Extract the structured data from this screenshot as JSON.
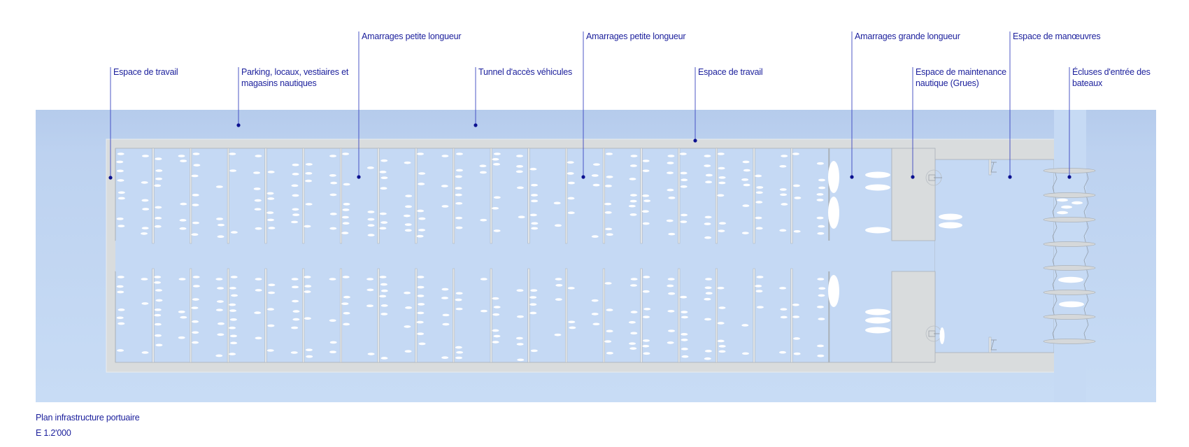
{
  "labels": [
    {
      "id": "espace-travail-1",
      "lines": [
        "Espace de travail"
      ]
    },
    {
      "id": "parking",
      "lines": [
        "Parking, locaux, vestiaires et",
        "magasins nautiques"
      ]
    },
    {
      "id": "amarrages-petite-1",
      "lines": [
        "Amarrages petite longueur"
      ]
    },
    {
      "id": "tunnel",
      "lines": [
        "Tunnel d'accès véhicules"
      ]
    },
    {
      "id": "amarrages-petite-2",
      "lines": [
        "Amarrages petite longueur"
      ]
    },
    {
      "id": "espace-travail-2",
      "lines": [
        "Espace de travail"
      ]
    },
    {
      "id": "amarrages-grande",
      "lines": [
        "Amarrages grande longueur"
      ]
    },
    {
      "id": "maintenance",
      "lines": [
        "Espace de maintenance",
        "nautique (Grues)"
      ]
    },
    {
      "id": "manoeuvres",
      "lines": [
        "Espace de manœuvres"
      ]
    },
    {
      "id": "ecluses",
      "lines": [
        "Écluses d'entrée des",
        "bateaux"
      ]
    }
  ],
  "footer": {
    "title": "Plan infrastructure portuaire",
    "scale": "E 1.2'000"
  },
  "colors": {
    "label": "#1b1f9c",
    "leader": "#3a45c0",
    "water": "#c3d8f3",
    "platform": "#d9dcdd",
    "boat": "#ffffff"
  }
}
